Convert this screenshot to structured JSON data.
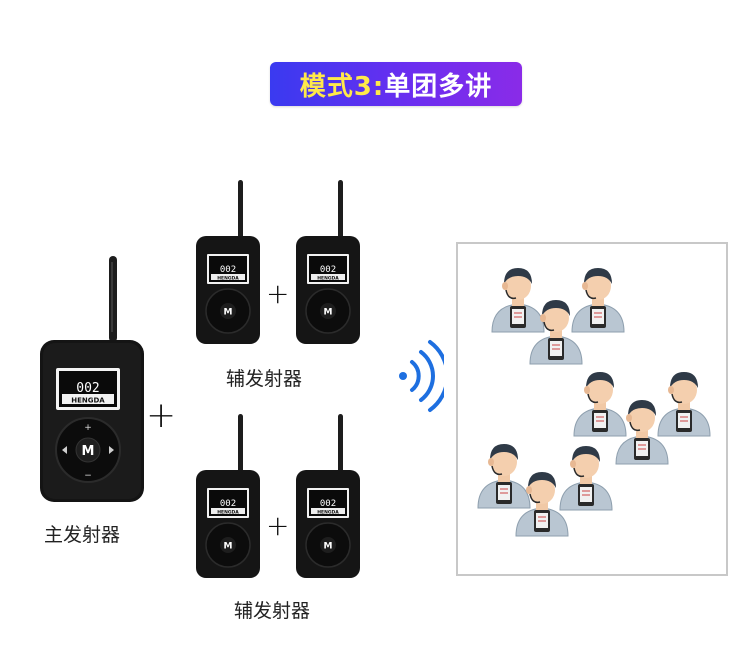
{
  "title": {
    "mode_prefix": "模式3:",
    "mode_name": "单团多讲"
  },
  "main_transmitter": {
    "label": "主发射器",
    "screen_number": "002",
    "brand": "HENGDA",
    "center_button": "M",
    "plus_key": "+",
    "minus_key": "−"
  },
  "aux_transmitters": {
    "label": "辅发射器",
    "screen_number": "002",
    "brand": "HENGDA",
    "center_button": "M"
  },
  "operators": {
    "plus": "+"
  },
  "icons": {
    "signal": "wireless-signal-icon",
    "listener": "person-with-receiver-icon"
  },
  "colors": {
    "title_gradient_start": "#3a3af0",
    "title_gradient_end": "#8a2be8",
    "title_highlight": "#ffe94a",
    "signal_blue": "#1e6fe0",
    "device_body": "#151515"
  }
}
